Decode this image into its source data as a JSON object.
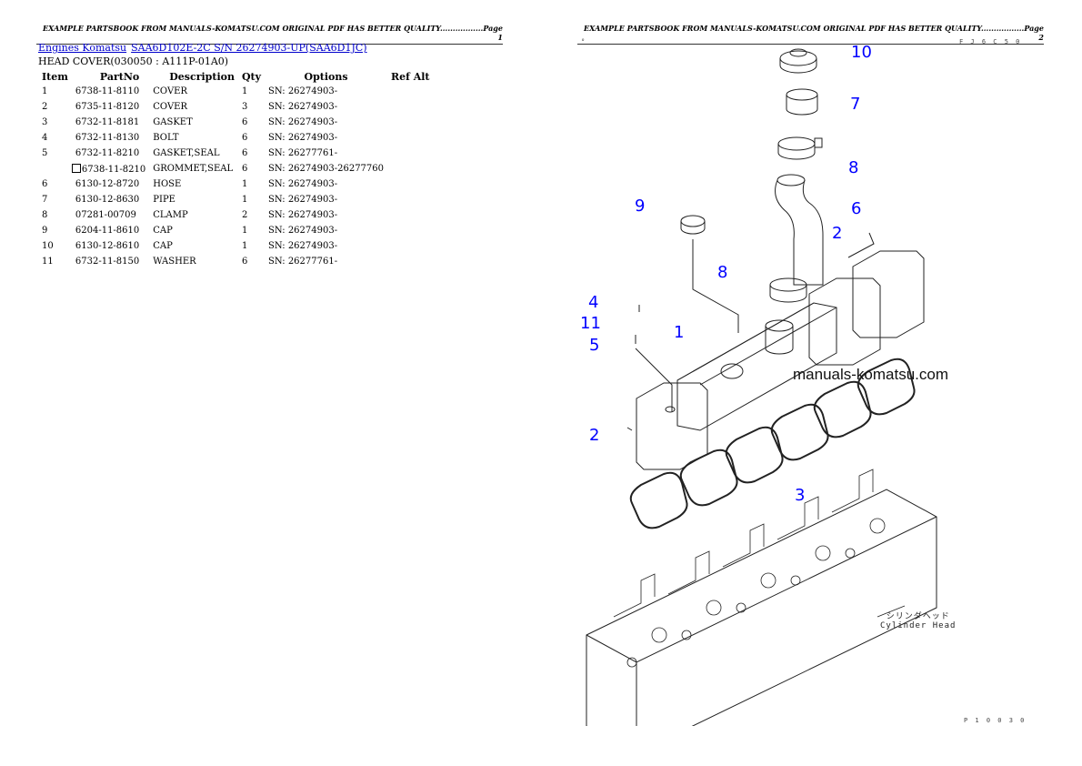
{
  "header": {
    "page1": "EXAMPLE PARTSBOOK FROM MANUALS-KOMATSU.COM ORIGINAL PDF HAS BETTER QUALITY.................Page 1",
    "page2": "EXAMPLE PARTSBOOK FROM MANUALS-KOMATSU.COM ORIGINAL PDF HAS BETTER QUALITY.................Page 2"
  },
  "breadcrumb": {
    "link1": "Engines Komatsu",
    "link2": "SAA6D102E-2C S/N 26274903-UP(SAA6D1JC)"
  },
  "subtitle": "HEAD COVER(030050 : A111P-01A0)",
  "table": {
    "columns": [
      "Item",
      "PartNo",
      "Description",
      "Qty",
      "Options",
      "Ref Alt"
    ],
    "rows": [
      {
        "item": "1",
        "part": "6738-11-8110",
        "desc": "COVER",
        "qty": "1",
        "opt": "SN: 26274903-"
      },
      {
        "item": "2",
        "part": "6735-11-8120",
        "desc": "COVER",
        "qty": "3",
        "opt": "SN: 26274903-"
      },
      {
        "item": "3",
        "part": "6732-11-8181",
        "desc": "GASKET",
        "qty": "6",
        "opt": "SN: 26274903-"
      },
      {
        "item": "4",
        "part": "6732-11-8130",
        "desc": "BOLT",
        "qty": "6",
        "opt": "SN: 26274903-"
      },
      {
        "item": "5",
        "part": "6732-11-8210",
        "desc": "GASKET,SEAL",
        "qty": "6",
        "opt": "SN: 26277761-"
      },
      {
        "item": "",
        "part": "6738-11-8210",
        "desc": "GROMMET,SEAL",
        "qty": "6",
        "opt": "SN: 26274903-26277760"
      },
      {
        "item": "6",
        "part": "6130-12-8720",
        "desc": "HOSE",
        "qty": "1",
        "opt": "SN: 26274903-"
      },
      {
        "item": "7",
        "part": "6130-12-8630",
        "desc": "PIPE",
        "qty": "1",
        "opt": "SN: 26274903-"
      },
      {
        "item": "8",
        "part": "07281-00709",
        "desc": "CLAMP",
        "qty": "2",
        "opt": "SN: 26274903-"
      },
      {
        "item": "9",
        "part": "6204-11-8610",
        "desc": "CAP",
        "qty": "1",
        "opt": "SN: 26274903-"
      },
      {
        "item": "10",
        "part": "6130-12-8610",
        "desc": "CAP",
        "qty": "1",
        "opt": "SN: 26274903-"
      },
      {
        "item": "11",
        "part": "6732-11-8150",
        "desc": "WASHER",
        "qty": "6",
        "opt": "SN: 26277761-"
      }
    ]
  },
  "diagram": {
    "callouts": [
      "10",
      "7",
      "8",
      "6",
      "9",
      "2",
      "8",
      "4",
      "11",
      "5",
      "1",
      "2",
      "3"
    ],
    "watermark": "manuals-komatsu.com",
    "label_jp": "シリンダヘッド",
    "label_en": "Cylinder Head",
    "code_top": "F J 6 C 5 0",
    "code_bottom": "P 1 0 0 3 0"
  }
}
